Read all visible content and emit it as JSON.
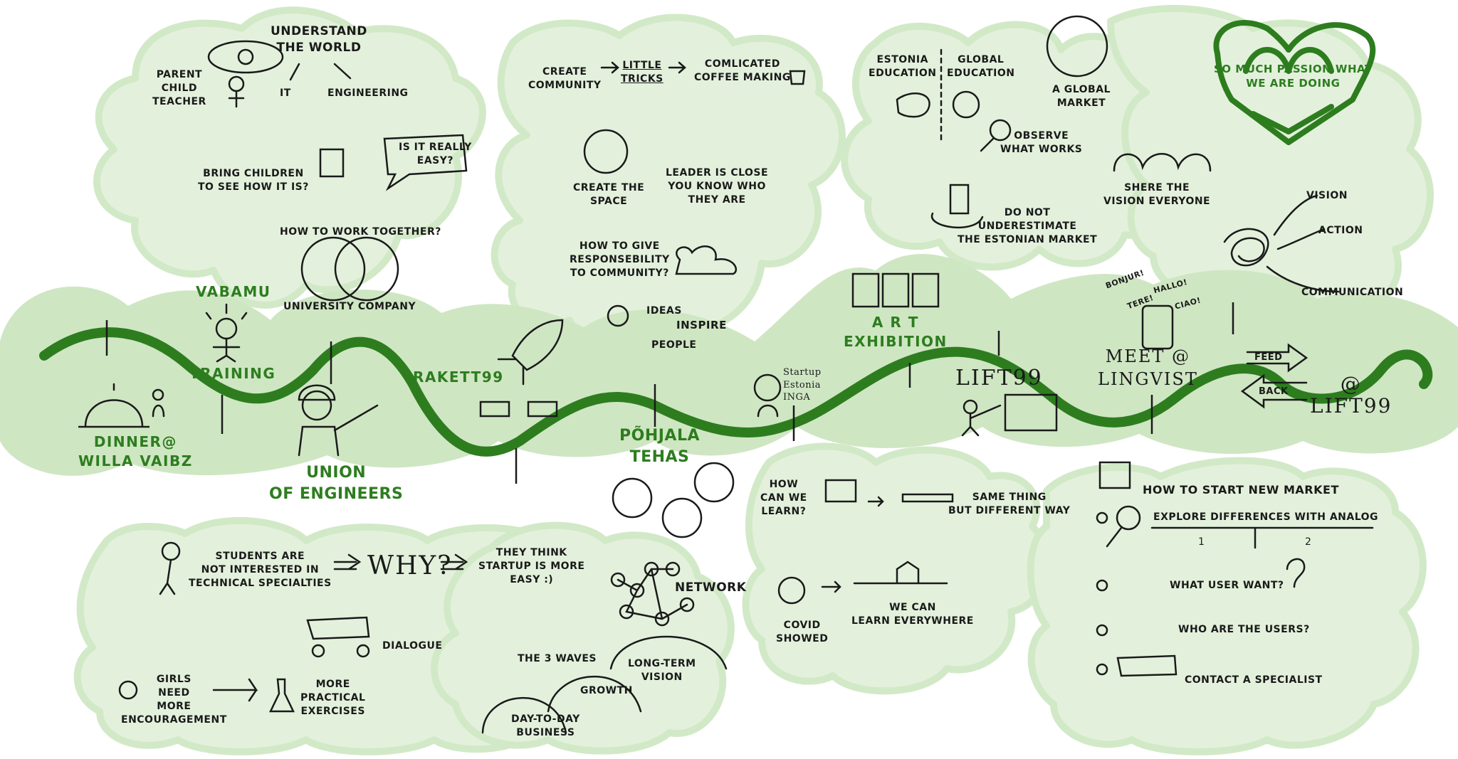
{
  "colors": {
    "accent": "#2d7d1f",
    "band": "#cfe6c3",
    "cloud": "#dcefd3",
    "ink": "#1a1a1a"
  },
  "timeline": {
    "dinner": "DINNER@\nWILLA VAIBZ",
    "vabamu": "VABAMU",
    "training": "TRAINING",
    "union": "UNION\nOF ENGINEERS",
    "rakett": "RAKETT99",
    "pohjala": "PÕHJALA\nTEHAS",
    "startup": "Startup\nEstonia\nINGA",
    "art": "A R T\nEXHIBITION",
    "lift1": "LIFT99",
    "lingvist": "MEET @\nLINGVIST",
    "feed": "FEED",
    "back": "BACK",
    "lift2": "@\nLIFT99"
  },
  "cloud1": {
    "title": "UNDERSTAND\nTHE WORLD",
    "roles": "PARENT\nCHILD\nTEACHER",
    "it": "IT",
    "engineering": "ENGINEERING",
    "bring": "BRING CHILDREN\nTO SEE HOW IT IS?",
    "easy": "IS IT REALLY\nEASY?",
    "together": "HOW TO WORK TOGETHER?",
    "unicompany": "UNIVERSITY COMPANY"
  },
  "cloud2": {
    "create_community": "CREATE\nCOMMUNITY",
    "little_tricks": "LITTLE\nTRICKS",
    "coffee": "COMLICATED\nCOFFEE MAKING",
    "space": "CREATE THE\nSPACE",
    "leader": "LEADER IS CLOSE\nYOU KNOW WHO\nTHEY ARE",
    "responsibility": "HOW TO GIVE\nRESPONSEBILITY\nTO COMMUNITY?",
    "ideas": "IDEAS",
    "inspire": "INSPIRE",
    "people": "PEOPLE"
  },
  "cloud3": {
    "estonia_edu": "ESTONIA\nEDUCATION",
    "global_edu": "GLOBAL\nEDUCATION",
    "global_market": "A GLOBAL\nMARKET",
    "observe": "OBSERVE\nWHAT WORKS",
    "share": "SHERE THE\nVISION EVERYONE",
    "underestimate": "DO NOT\nUNDERESTIMATE\nTHE ESTONIAN MARKET"
  },
  "heart": {
    "text": "SO MUCH PASSION WHAT\nWE ARE DOING"
  },
  "scribble": {
    "vision": "VISION",
    "action": "ACTION",
    "communication": "COMMUNICATION"
  },
  "phone": {
    "bonjour": "BONJUR!",
    "tere": "TERE!",
    "hallo": "HALLO!",
    "ciao": "CIAO!"
  },
  "cloud4": {
    "students": "STUDENTS ARE\nNOT INTERESTED IN\nTECHNICAL SPECIALTIES",
    "why": "WHY?",
    "startup_easy": "THEY THINK\nSTARTUP IS MORE\nEASY :)",
    "dialogue": "DIALOGUE",
    "girls": "GIRLS\nNEED\nMORE\nENCOURAGEMENT",
    "practical": "MORE\nPRACTICAL\nEXERCISES",
    "network": "NETWORK",
    "waves": "THE 3 WAVES",
    "longterm": "LONG-TERM\nVISION",
    "growth": "GROWTH",
    "daytoday": "DAY-TO-DAY\nBUSINESS"
  },
  "cloud5": {
    "learn": "HOW\nCAN WE\nLEARN?",
    "same": "SAME THING\nBUT DIFFERENT WAY",
    "covid": "COVID\nSHOWED",
    "everywhere": "WE CAN\nLEARN EVERYWHERE"
  },
  "cloud6": {
    "title": "HOW TO START NEW MARKET",
    "explore": "EXPLORE DIFFERENCES WITH ANALOG",
    "n1": "1",
    "n2": "2",
    "what_user": "WHAT USER WANT?",
    "who_users": "WHO ARE THE USERS?",
    "specialist": "CONTACT A SPECIALIST"
  }
}
